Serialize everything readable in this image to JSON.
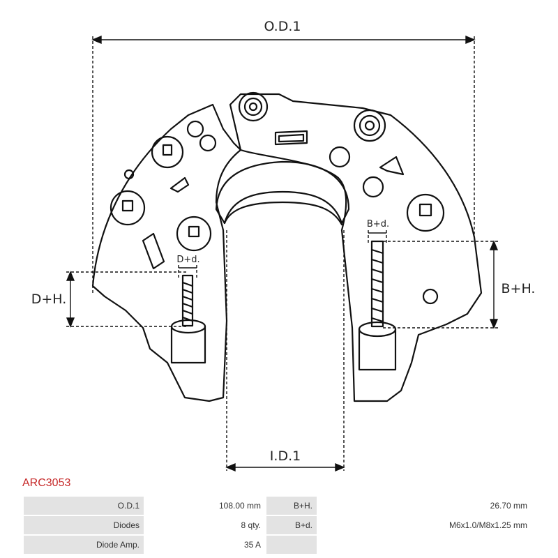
{
  "dimensions": {
    "od1": "O.D.1",
    "id1": "I.D.1",
    "dh": "D+H.",
    "bh": "B+H.",
    "dd": "D+d.",
    "bd": "B+d."
  },
  "part_code": "ARC3053",
  "specs": {
    "rows": [
      {
        "label1": "O.D.1",
        "value1": "108.00 mm",
        "label2": "B+H.",
        "value2": "26.70 mm"
      },
      {
        "label1": "Diodes",
        "value1": "8 qty.",
        "label2": "B+d.",
        "value2": "M6x1.0/M8x1.25 mm"
      },
      {
        "label1": "Diode Amp.",
        "value1": "35 A",
        "label2": "",
        "value2": ""
      }
    ]
  },
  "colors": {
    "line": "#111111",
    "accent": "#c62828",
    "label_bg": "#e3e3e3"
  }
}
